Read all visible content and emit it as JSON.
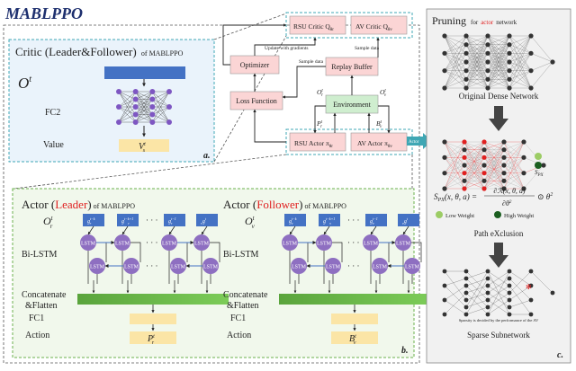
{
  "main_title": "MABLPPO",
  "critic": {
    "title": "Critic (Leader&Follower)",
    "title_suffix": "of MABLPPO",
    "input_label": "O",
    "input_sup": "t",
    "fc_label": "FC2",
    "value_label": "Value",
    "value_box": "V",
    "value_box_sub": "s",
    "value_box_sup": "t",
    "tag": "a."
  },
  "center": {
    "rsu_critic": "RSU Critic Q",
    "rsu_critic_sub": "θr",
    "av_critic": "AV Critic Q",
    "av_critic_sub": "θv",
    "optimizer": "Optimizer",
    "replay_buffer": "Replay Buffer",
    "loss_function": "Loss Function",
    "environment": "Environment",
    "rsu_actor": "RSU Actor π",
    "rsu_actor_sub": "θr",
    "av_actor": "AV Actor π",
    "av_actor_sub": "θv",
    "update_label": "Update with gradients",
    "sample_data_left": "Sample data",
    "sample_data_right": "Sample data",
    "o_r": "O",
    "o_r_sub": "r",
    "o_r_sup": "t",
    "o_v": "O",
    "o_v_sub": "v",
    "o_v_sup": "t",
    "p_r": "P",
    "p_r_sub": "r",
    "p_r_sup": "t",
    "b_v": "B",
    "b_v_sub": "v",
    "b_v_sup": "t",
    "arrow_text": "Actor"
  },
  "actor_leader": {
    "title_a": "Actor (",
    "title_role": "Leader",
    "title_b": ")",
    "title_suffix": "of MABLPPO",
    "obs": "O",
    "obs_sub": "r",
    "obs_sup": "t",
    "lstm_label": "Bi-LSTM",
    "concat_label": "Concatenate",
    "flatten_label": "&Flatten",
    "fc1_label": "FC1",
    "action_label": "Action",
    "action_box": "P",
    "action_box_sub": "r",
    "action_box_sup": "t",
    "lstm_node": "LSTM",
    "input_tokens": [
      "g",
      "g",
      "g",
      "g"
    ],
    "input_tokens_sup": [
      "t−k",
      "t−k+1",
      "t−1",
      "t"
    ],
    "input_tokens_sub": [
      "r",
      "r",
      "r",
      "r"
    ],
    "ellipsis": "· · ·"
  },
  "actor_follower": {
    "title_a": "Actor (",
    "title_role": "Follower",
    "title_b": ")",
    "title_suffix": "of MABLPPO",
    "obs": "O",
    "obs_sub": "v",
    "obs_sup": "t",
    "lstm_label": "Bi-LSTM",
    "concat_label": "Concatenate",
    "flatten_label": "&Flatten",
    "fc1_label": "FC1",
    "action_label": "Action",
    "action_box": "B",
    "action_box_sub": "v",
    "action_box_sup": "t",
    "lstm_node": "LSTM",
    "input_tokens": [
      "g",
      "g",
      "g",
      "g"
    ],
    "input_tokens_sup": [
      "t−k",
      "t−k+1",
      "t−1",
      "t"
    ],
    "input_tokens_sub": [
      "v",
      "v",
      "v",
      "v"
    ],
    "ellipsis": "· · ·"
  },
  "bottom_tag": "b.",
  "pruning": {
    "title": "Pruning",
    "title_suffix": "for",
    "title_suffix_red": "actor",
    "title_suffix_end": "network",
    "dense_label": "Original Dense Network",
    "spx_label": "S",
    "spx_sub": "PX",
    "formula_lhs": "S",
    "formula_lhs_sub": "PX",
    "formula_lhs_args": "(x, θ, a) =",
    "formula_num": "∂ℛ(x, θ, a)",
    "formula_den": "∂θ",
    "formula_den_sup": "2",
    "formula_rhs": "⊙ θ",
    "formula_rhs_sup": "2",
    "legend_low": "Low Weight",
    "legend_high": "High Weight",
    "path_label": "Path eXclusion",
    "sparsity_note": "Sparsity is decided by the performance of the AV",
    "sparse_label": "Sparse Subnetwork",
    "tag": "c."
  },
  "colors": {
    "blue_box": "#4472c4",
    "purple_node": "#8e6fc1",
    "green_bar": "#6ab04c",
    "yellow_box": "#fbe5a6",
    "pink_box": "#fbd5d5",
    "red": "#e02020",
    "critic_bg": "#eaf3fb",
    "teal_border": "#3fa7b4"
  }
}
